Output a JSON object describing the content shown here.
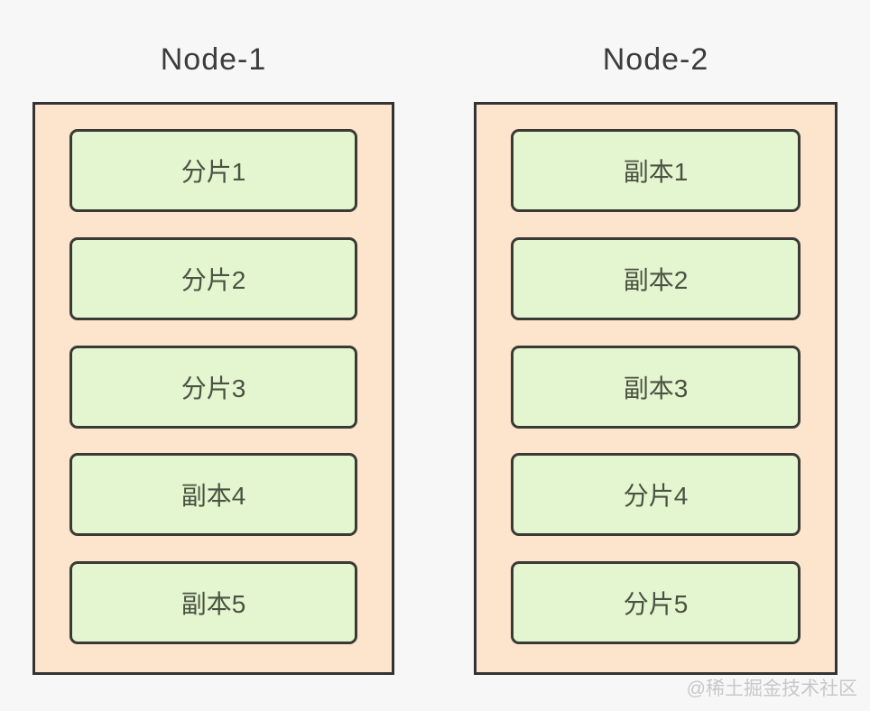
{
  "watermark": "@稀土掘金技术社区",
  "colors": {
    "page_bg": "#f7f7f7",
    "node_fill": "#fce4cd",
    "node_border": "#333333",
    "shard_fill": "#e4f6d0",
    "shard_border": "#3a3a35",
    "title_color": "#3c3c3c",
    "shard_text": "#4a5242",
    "watermark_color": "#c8c8c8"
  },
  "nodes": [
    {
      "title": "Node-1",
      "shards": [
        "分片1",
        "分片2",
        "分片3",
        "副本4",
        "副本5"
      ]
    },
    {
      "title": "Node-2",
      "shards": [
        "副本1",
        "副本2",
        "副本3",
        "分片4",
        "分片5"
      ]
    }
  ]
}
